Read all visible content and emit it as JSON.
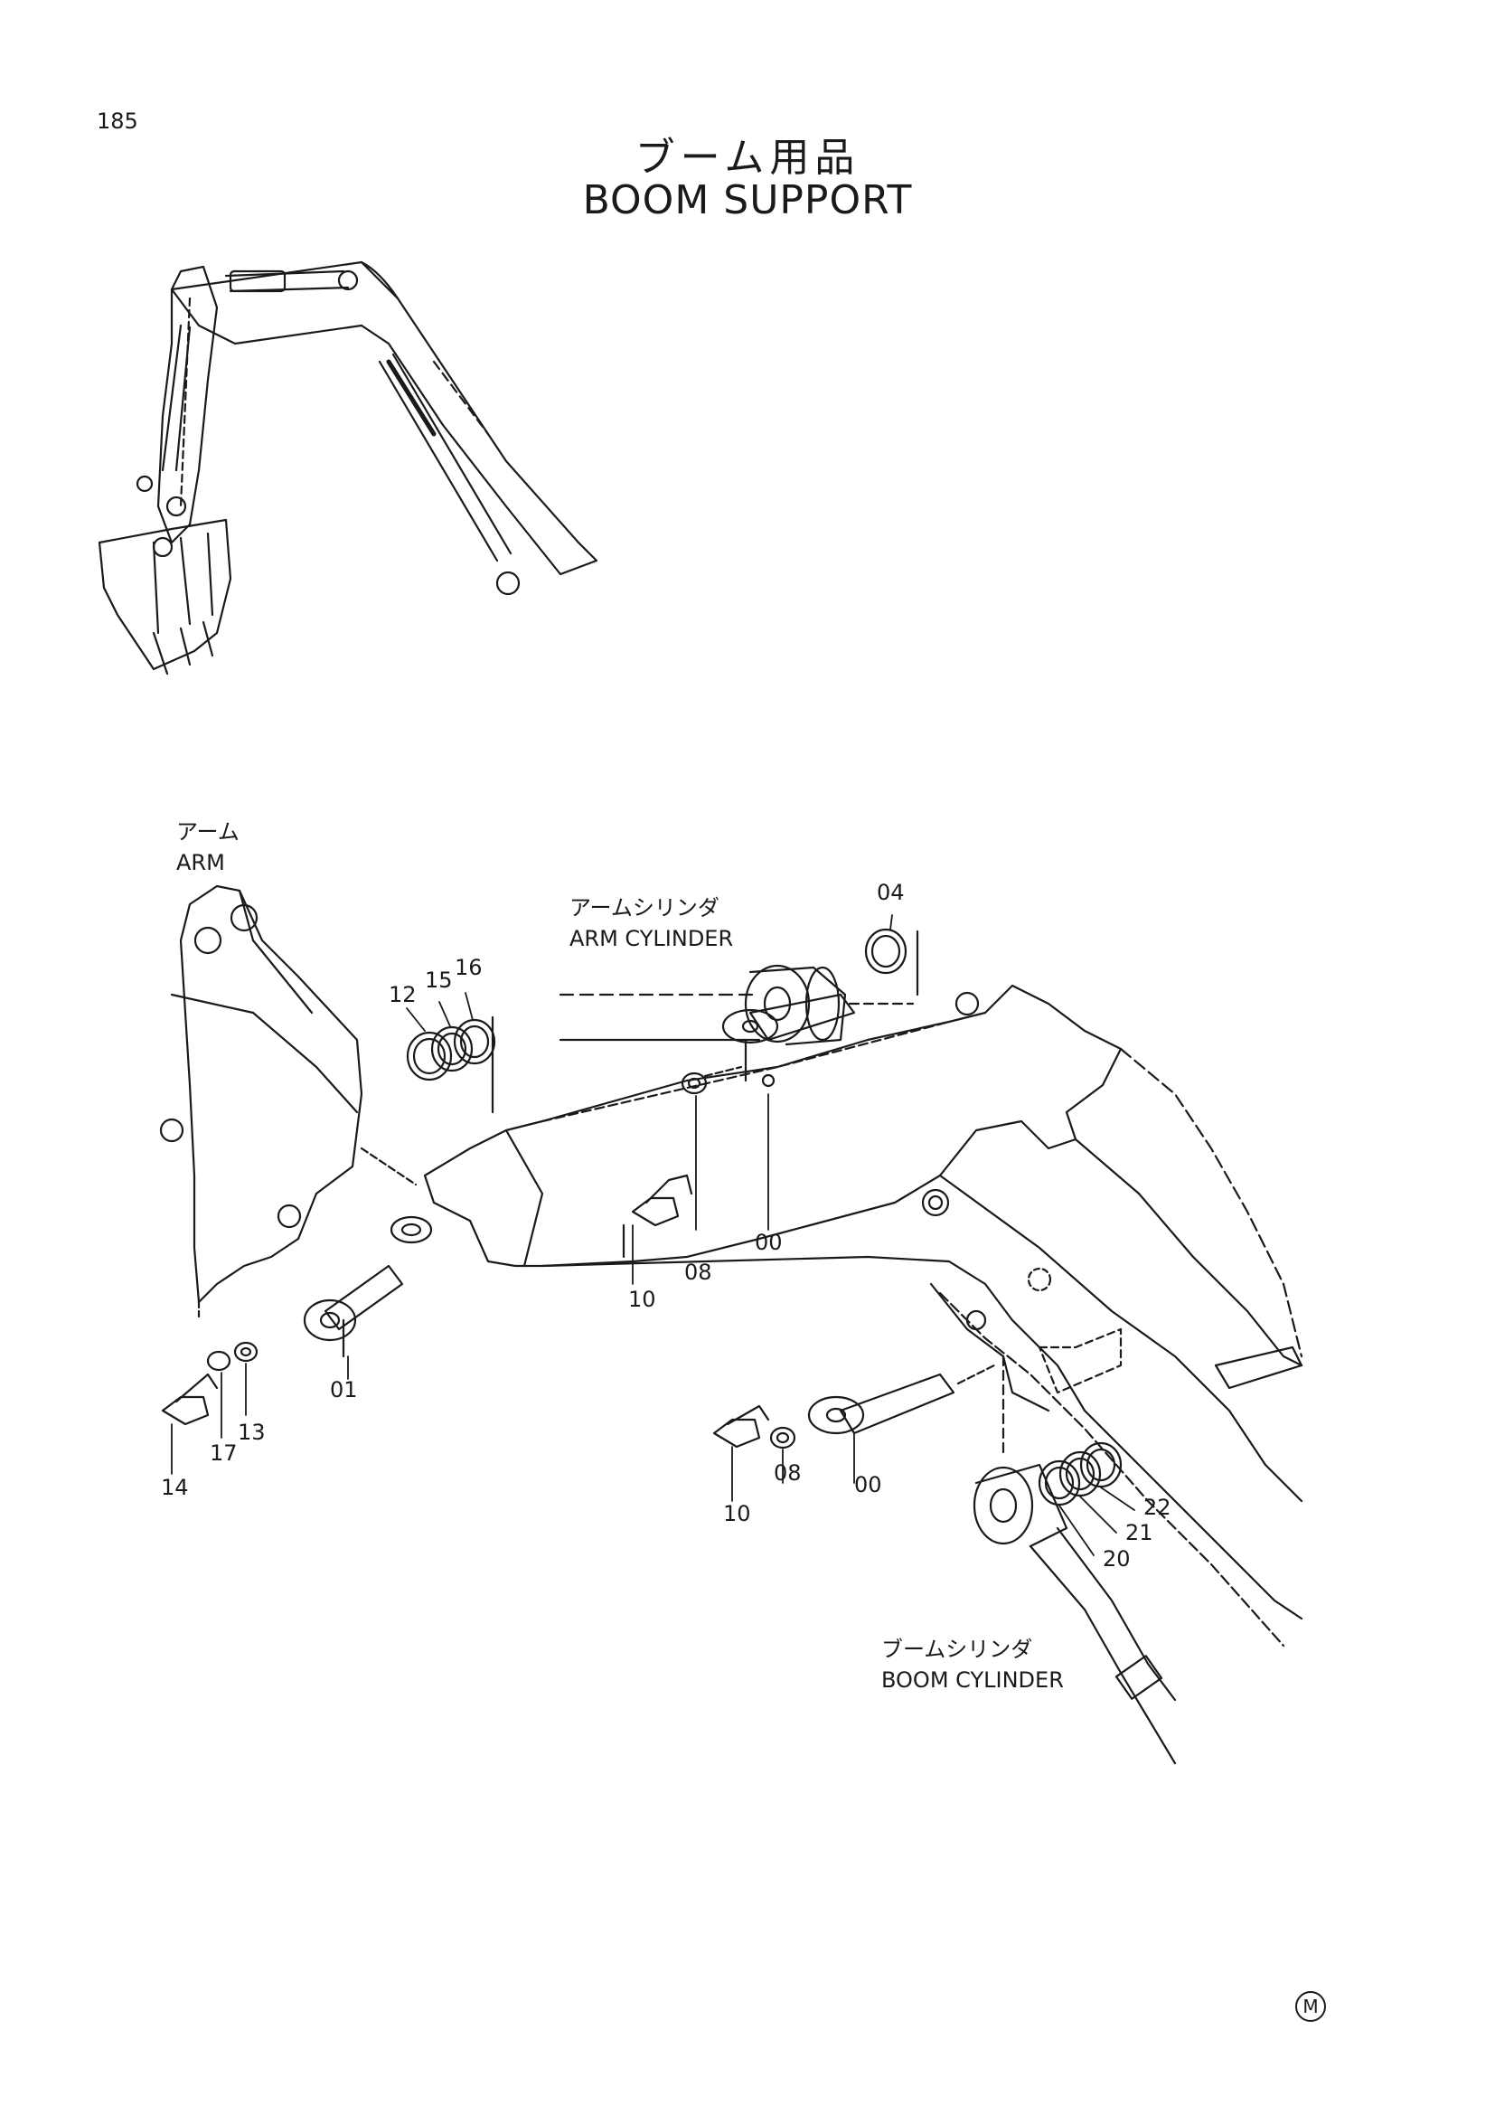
{
  "page": {
    "number": "185"
  },
  "title": {
    "jp": "ブーム用品",
    "en": "BOOM SUPPORT"
  },
  "labels": {
    "arm_jp": "アーム",
    "arm_en": "ARM",
    "arm_cyl_jp": "アームシリンダ",
    "arm_cyl_en": "ARM CYLINDER",
    "boom_cyl_jp": "ブームシリンダ",
    "boom_cyl_en": "BOOM CYLINDER"
  },
  "parts": {
    "p04": "04",
    "p12": "12",
    "p15": "15",
    "p16": "16",
    "p00a": "00",
    "p08a": "08",
    "p10a": "10",
    "p01": "01",
    "p13": "13",
    "p17": "17",
    "p14": "14",
    "p08b": "08",
    "p10b": "10",
    "p00b": "00",
    "p22": "22",
    "p21": "21",
    "p20": "20"
  },
  "mark": "M"
}
